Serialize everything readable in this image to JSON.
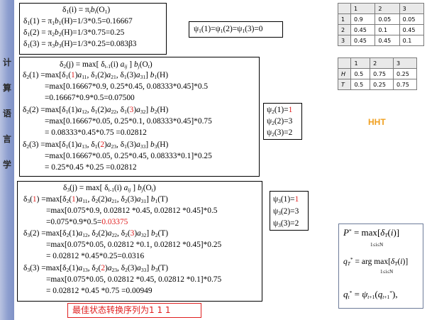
{
  "sidebar": {
    "title_chars": [
      "计",
      "算",
      "语",
      "言",
      "学"
    ]
  },
  "block1": {
    "def": {
      "lhs": "δ",
      "lhs_sub": "1",
      "arg": "(i) = π",
      "pi_sub": "i",
      "b": "b",
      "b_sub": "i",
      "obs": "(O",
      "obs_sub": "1",
      "tail": ")"
    },
    "lines": [
      {
        "head": "δ",
        "head_sub": "1",
        "arg": "(1) = π",
        "p_sub": "1",
        "b_sub": "1",
        "rest": "(H)=1/3*0.5=0.16667"
      },
      {
        "head": "δ",
        "head_sub": "1",
        "arg": "(2) = π",
        "p_sub": "2",
        "b_sub": "2",
        "rest": "(H)=1/3*0.75=0.25"
      },
      {
        "head": "δ",
        "head_sub": "1",
        "arg": "(3) = π",
        "p_sub": "3",
        "b_sub": "3",
        "rest": "(H)=1/3*0.25=0.083β3"
      }
    ]
  },
  "psi1": {
    "text": "ψ",
    "sub1": "1",
    "mid1": "(1)=ψ",
    "sub2": "1",
    "mid2": "(2)=ψ",
    "sub3": "1",
    "tail": "(3)=0"
  },
  "block2": {
    "def_text": "δ",
    "lines": [
      "=max[0.16667*0.9, 0.25*0.45, 0.08333*0.45]*0.5",
      "=0.16667*0.9*0.5=0.07500",
      "=max[0.16667*0.05, 0.25*0.1, 0.08333*0.45]*0.75",
      "= 0.08333*0.45*0.75 =0.02812",
      "=max[0.16667*0.05, 0.25*0.45, 0.08333*0.1]*0.25",
      "= 0.25*0.45 *0.25 =0.02812"
    ]
  },
  "psi2": [
    {
      "lhs": "ψ",
      "sub": "2",
      "arg": "(1)=",
      "val": "1",
      "highlight": true
    },
    {
      "lhs": "ψ",
      "sub": "2",
      "arg": "(2)=",
      "val": "3",
      "highlight": false
    },
    {
      "lhs": "ψ",
      "sub": "2",
      "arg": "(3)=",
      "val": "2",
      "highlight": false
    }
  ],
  "block3": {
    "lines": [
      "=max[0.075*0.9, 0.02812 *0.45, 0.02812 *0.45]*0.5",
      "=0.075*0.9*0.5=",
      "0.03375",
      "=max[0.075*0.05, 0.02812 *0.1, 0.02812 *0.45]*0.25",
      "= 0.02812 *0.45*0.25=0.0316",
      "=max[0.075*0.05, 0.02812 *0.45, 0.02812 *0.1]*0.75",
      "= 0.02812 *0.45 *0.75 =0.00949"
    ]
  },
  "psi3": [
    {
      "lhs": "ψ",
      "sub": "3",
      "arg": "(1)=",
      "val": "1",
      "highlight": true
    },
    {
      "lhs": "ψ",
      "sub": "3",
      "arg": "(2)=",
      "val": "3",
      "highlight": false
    },
    {
      "lhs": "ψ",
      "sub": "3",
      "arg": "(3)=",
      "val": "2",
      "highlight": false
    }
  ],
  "transition_table": {
    "header": [
      "",
      "1",
      "2",
      "3"
    ],
    "rows": [
      [
        "1",
        "0.9",
        "0.05",
        "0.05"
      ],
      [
        "2",
        "0.45",
        "0.1",
        "0.45"
      ],
      [
        "3",
        "0.45",
        "0.45",
        "0.1"
      ]
    ]
  },
  "emission_table": {
    "header": [
      "",
      "1",
      "2",
      "3"
    ],
    "rows": [
      [
        "H",
        "0.5",
        "0.75",
        "0.25"
      ],
      [
        "T",
        "0.5",
        "0.25",
        "0.75"
      ]
    ]
  },
  "observation_label": "HHT",
  "result_text": "最佳状态转换序列为1 1 1",
  "equations": {
    "max_word": "max",
    "range": "1≤i≤N",
    "argmax_word": "arg max"
  }
}
